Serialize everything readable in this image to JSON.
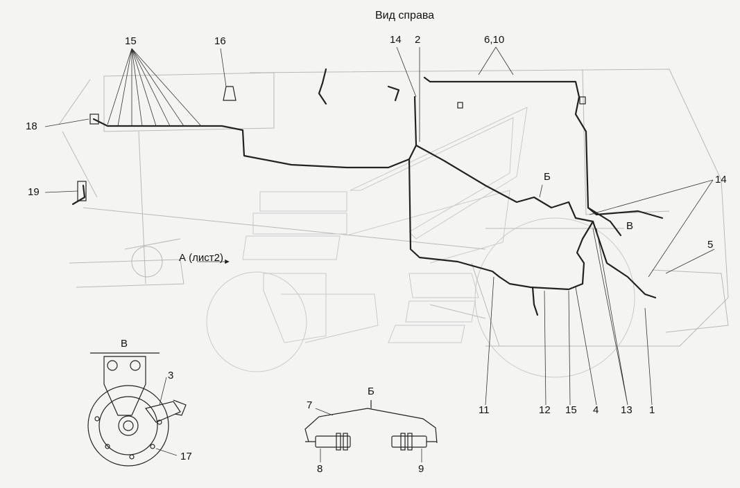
{
  "title": "Вид справа",
  "view_arrow": "А (лист2)",
  "views": {
    "v": "В",
    "b": "Б"
  },
  "callouts": {
    "c1": "1",
    "c2": "2",
    "c3": "3",
    "c4": "4",
    "c5": "5",
    "c6_10": "6,10",
    "c7": "7",
    "c8": "8",
    "c9": "9",
    "c11": "11",
    "c12": "12",
    "c13": "13",
    "c14": "14",
    "c15": "15",
    "c16": "16",
    "c17": "17",
    "c18": "18",
    "c19": "19"
  },
  "colors": {
    "line": "#222222",
    "ghost": "#c9c9c9",
    "background": "#f4f4f2"
  }
}
